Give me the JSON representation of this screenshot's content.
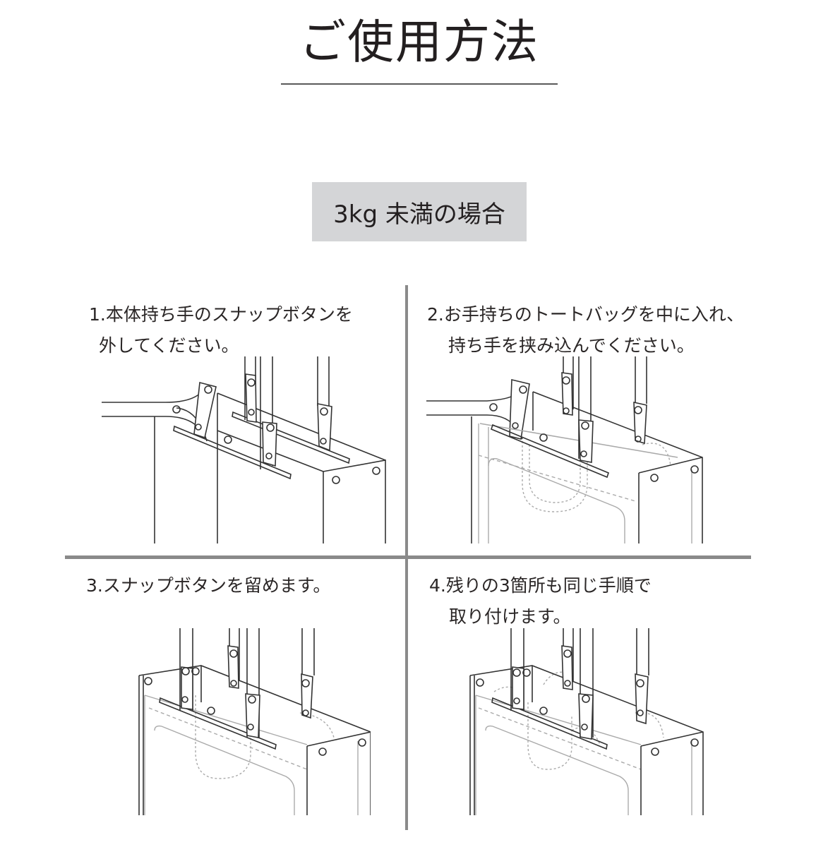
{
  "page": {
    "title": "ご使用方法",
    "section_badge": "3kg 未満の場合"
  },
  "steps": [
    {
      "number": "1",
      "line1": "1.本体持ち手のスナップボタンを",
      "line2": "外してください。",
      "illustration": "unsnap-handle-diagram"
    },
    {
      "number": "2",
      "line1": "2.お手持ちのトートバッグを中に入れ、",
      "line2": "持ち手を挟み込んでください。",
      "illustration": "insert-tote-diagram"
    },
    {
      "number": "3",
      "line1": "3.スナップボタンを留めます。",
      "line2": "",
      "illustration": "fasten-snap-diagram"
    },
    {
      "number": "4",
      "line1": "4.残りの3箇所も同じ手順で",
      "line2": "取り付けます。",
      "illustration": "attach-remaining-diagram"
    }
  ],
  "colors": {
    "text": "#231f20",
    "badge_bg": "#d4d5d7",
    "divider": "#8a8a8a",
    "line_art": "#333333",
    "hidden_line": "#a8a8a8"
  }
}
